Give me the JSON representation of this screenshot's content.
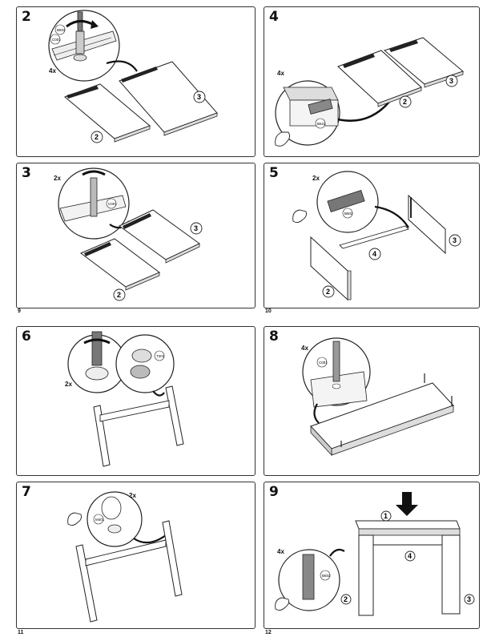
{
  "steps": [
    {
      "number": "2",
      "multiplier": "4x",
      "codes": [
        "B602",
        "C001"
      ],
      "callouts": [
        "3",
        "2"
      ]
    },
    {
      "number": "4",
      "multiplier": "4x",
      "codes": [
        "B622"
      ],
      "callouts": [
        "2",
        "3"
      ]
    },
    {
      "number": "3",
      "multiplier": "2x",
      "codes": [
        "C001"
      ],
      "callouts": [
        "3",
        "2"
      ]
    },
    {
      "number": "5",
      "multiplier": "2x",
      "codes": [
        "B602"
      ],
      "callouts": [
        "3",
        "4",
        "2"
      ]
    },
    {
      "number": "6",
      "multiplier": "2x",
      "codes": [
        "T201"
      ],
      "callouts": []
    },
    {
      "number": "8",
      "multiplier": "4x",
      "codes": [
        "C001"
      ],
      "callouts": []
    },
    {
      "number": "7",
      "multiplier": "2x",
      "codes": [
        "M401"
      ],
      "callouts": []
    },
    {
      "number": "9",
      "multiplier": "4x",
      "codes": [
        "B602"
      ],
      "callouts": [
        "1",
        "4",
        "2",
        "3"
      ]
    }
  ],
  "page_numbers": [
    "9",
    "10",
    "11",
    "12"
  ]
}
